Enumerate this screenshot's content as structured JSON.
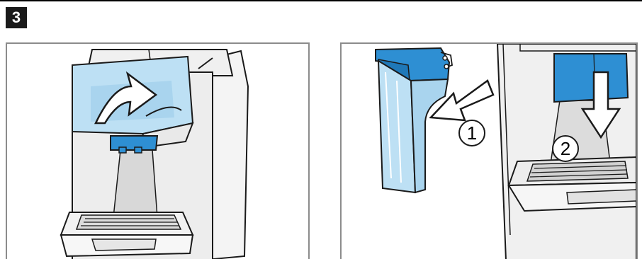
{
  "step": {
    "number": "3"
  },
  "callouts": {
    "first": "1",
    "second": "2"
  },
  "colors": {
    "accent_blue": "#2e8fd3",
    "light_blue": "#bde0f4",
    "line": "#1a1a1a",
    "frame": "#8c8c8c"
  },
  "icons": {
    "lift_arrow": "curved-arrow-up-icon",
    "remove_arrow": "arrow-left-icon",
    "down_arrow": "arrow-down-icon"
  }
}
